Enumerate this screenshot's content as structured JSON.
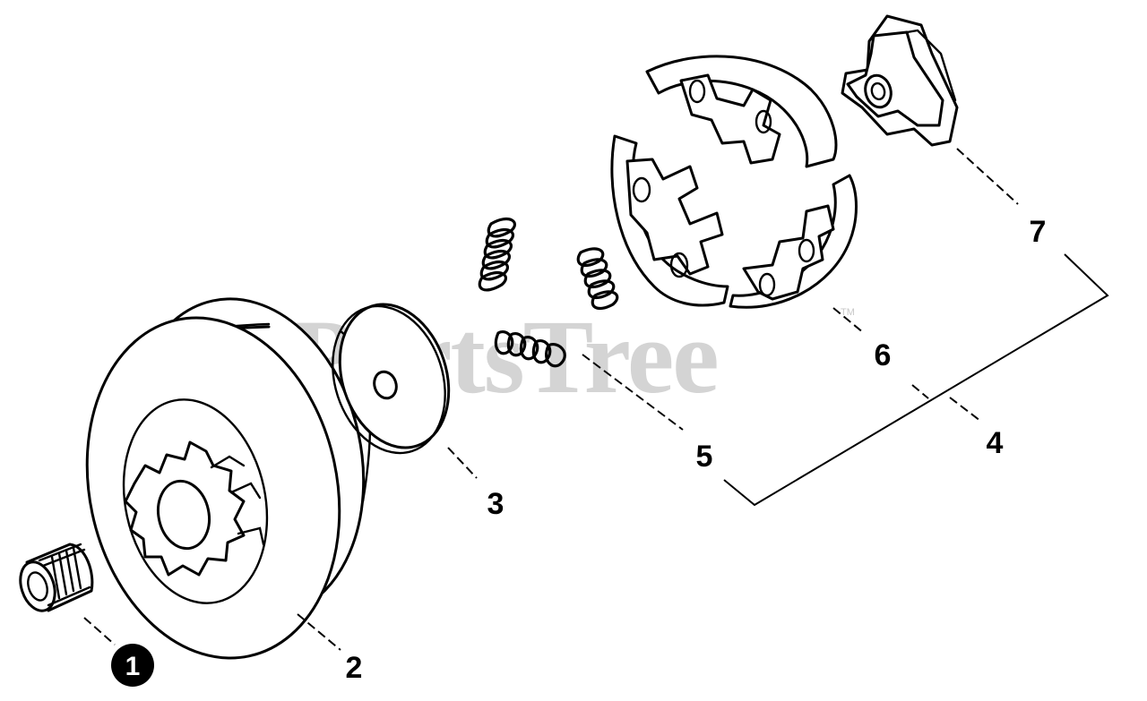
{
  "watermark": {
    "text": "PartsTree",
    "trademark": "TM"
  },
  "parts": [
    {
      "number": "1",
      "name": "needle-bearing",
      "selected": true
    },
    {
      "number": "2",
      "name": "clutch-drum-sprocket",
      "selected": false
    },
    {
      "number": "3",
      "name": "washer",
      "selected": false
    },
    {
      "number": "4",
      "name": "clutch-assembly",
      "selected": false
    },
    {
      "number": "5",
      "name": "clutch-spring",
      "selected": false
    },
    {
      "number": "6",
      "name": "clutch-shoe",
      "selected": false
    },
    {
      "number": "7",
      "name": "clutch-hub",
      "selected": false
    }
  ],
  "colors": {
    "line": "#000000",
    "watermark": "#d4d4d4",
    "background": "#ffffff",
    "selected_badge": "#000000"
  }
}
